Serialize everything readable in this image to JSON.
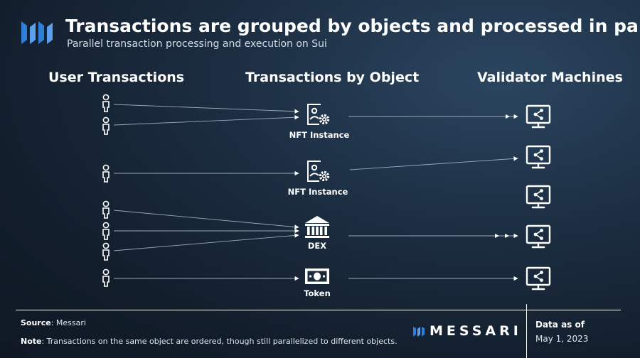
{
  "header": {
    "title": "Transactions are grouped by objects and processed in parallel",
    "subtitle": "Parallel transaction processing and execution on Sui",
    "logo": "messari-logo-icon"
  },
  "columns": {
    "users": "User Transactions",
    "objects": "Transactions by Object",
    "validators": "Validator Machines"
  },
  "objects": [
    {
      "label": "NFT Instance",
      "icon": "nft-gear-icon"
    },
    {
      "label": "NFT Instance",
      "icon": "nft-gear-icon"
    },
    {
      "label": "DEX",
      "icon": "bank-icon"
    },
    {
      "label": "Token",
      "icon": "banknote-icon"
    }
  ],
  "footer": {
    "source_label": "Source",
    "source_value": ": Messari",
    "note_label": "Note",
    "note_value": ": Transactions on the same object are ordered, though still parallelized to different objects.",
    "brand": "MESSARI",
    "as_of_label": "Data as of",
    "as_of_date": "May 1, 2023"
  },
  "colors": {
    "accent": "#2f7fd8",
    "text": "#ffffff",
    "background": "#162434"
  }
}
